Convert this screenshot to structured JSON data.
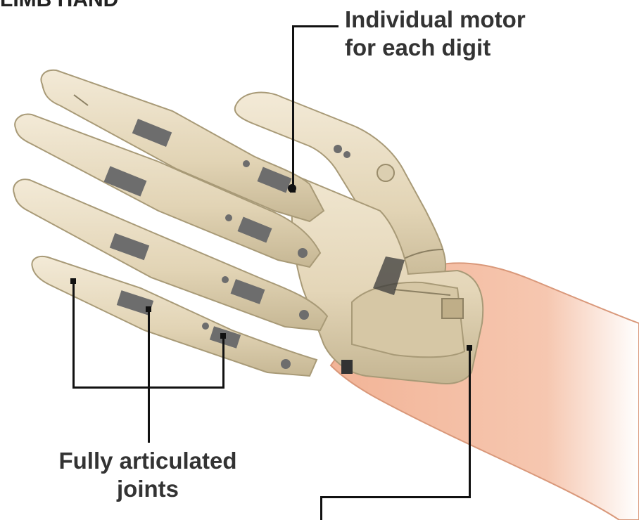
{
  "diagram": {
    "title": "LIMB HAND",
    "callouts": {
      "motor": {
        "line1": "Individual motor",
        "line2": "for each digit"
      },
      "joints": {
        "line1": "Fully articulated",
        "line2": "joints"
      }
    },
    "colors": {
      "arm_skin": "#f4b89a",
      "hand_shell": "#e8dcc2",
      "hand_shadow": "#b7a987",
      "metal": "#6d6d6d",
      "leader_line": "#111111",
      "label_text": "#333333"
    }
  }
}
